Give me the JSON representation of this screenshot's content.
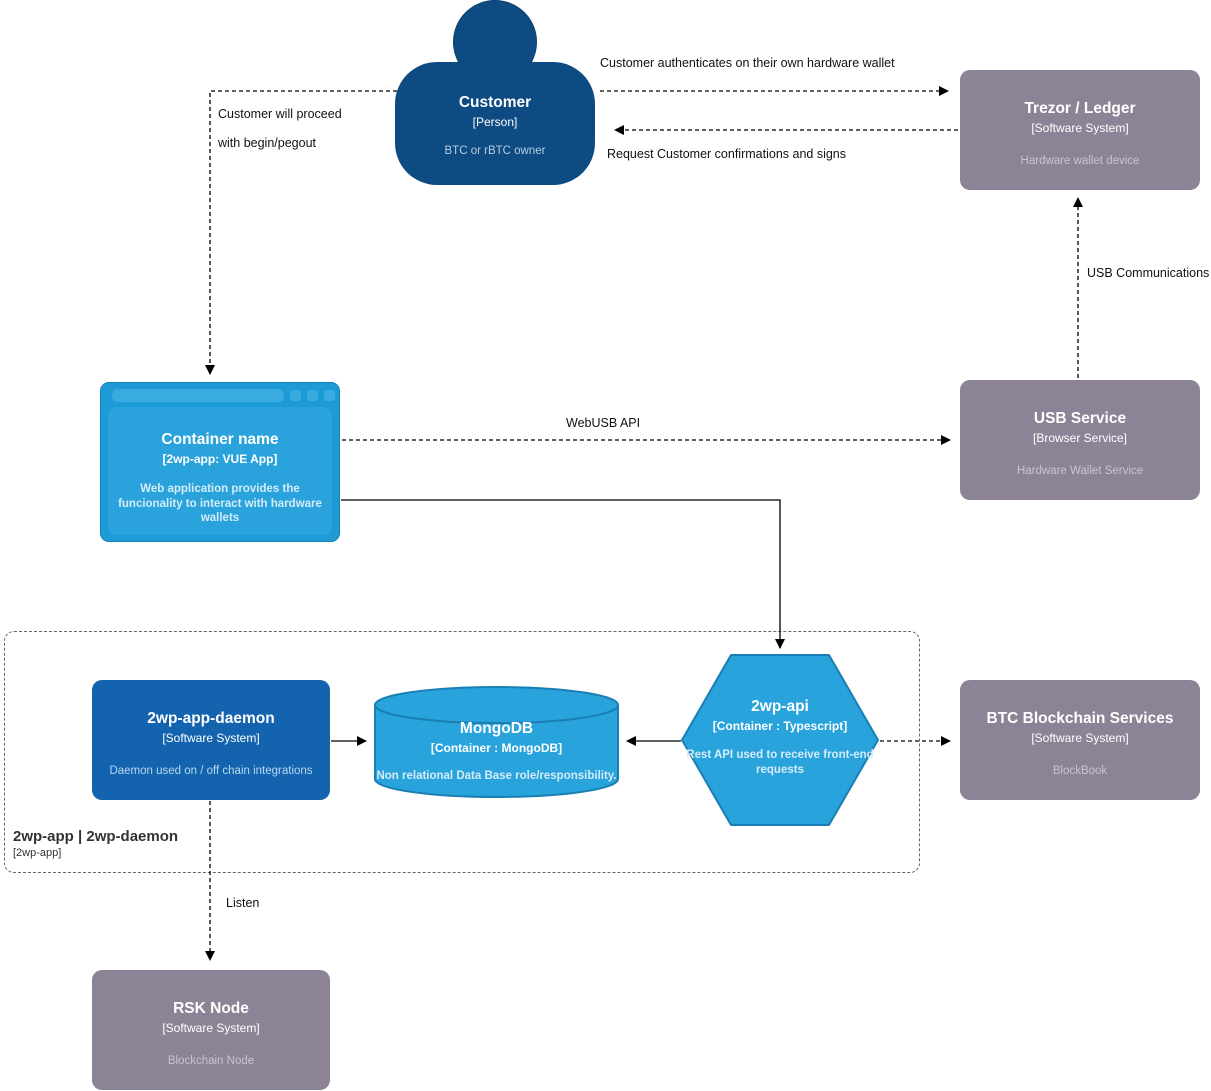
{
  "colors": {
    "person_fill": "#0e4b82",
    "external_system_fill": "#8c8496",
    "bright_container_fill": "#29a3dc",
    "software_system_fill": "#1363af",
    "boundary_border": "#666666"
  },
  "nodes": {
    "customer": {
      "title": "Customer",
      "subtitle": "[Person]",
      "description": "BTC or rBTC owner"
    },
    "trezor": {
      "title": "Trezor / Ledger",
      "subtitle": "[Software System]",
      "description": "Hardware wallet device"
    },
    "webapp": {
      "title": "Container name",
      "subtitle": "[2wp-app: VUE App]",
      "description": "Web application provides the funcionality to interact with hardware wallets"
    },
    "usb_service": {
      "title": "USB Service",
      "subtitle": "[Browser Service]",
      "description": "Hardware Wallet Service"
    },
    "daemon": {
      "title": "2wp-app-daemon",
      "subtitle": "[Software System]",
      "description": "Daemon used on / off chain integrations"
    },
    "mongodb": {
      "title": "MongoDB",
      "subtitle": "[Container : MongoDB]",
      "description": "Non relational Data Base role/responsibility."
    },
    "api": {
      "title": "2wp-api",
      "subtitle": "[Container : Typescript]",
      "description": "Rest API used to receive front-end requests"
    },
    "btc": {
      "title": "BTC Blockchain Services",
      "subtitle": "[Software System]",
      "description": "BlockBook"
    },
    "rsk": {
      "title": "RSK Node",
      "subtitle": "[Software System]",
      "description": "Blockchain Node"
    }
  },
  "boundary": {
    "title": "2wp-app | 2wp-daemon",
    "subtitle": "[2wp-app]"
  },
  "edge_labels": {
    "authenticate": "Customer authenticates on their own hardware wallet",
    "request_signs": "Request Customer confirmations and signs",
    "proceed_1": "Customer will proceed",
    "proceed_2": "with begin/pegout",
    "webusb": "WebUSB API",
    "usb_comm": "USB Communications",
    "listen": "Listen"
  }
}
